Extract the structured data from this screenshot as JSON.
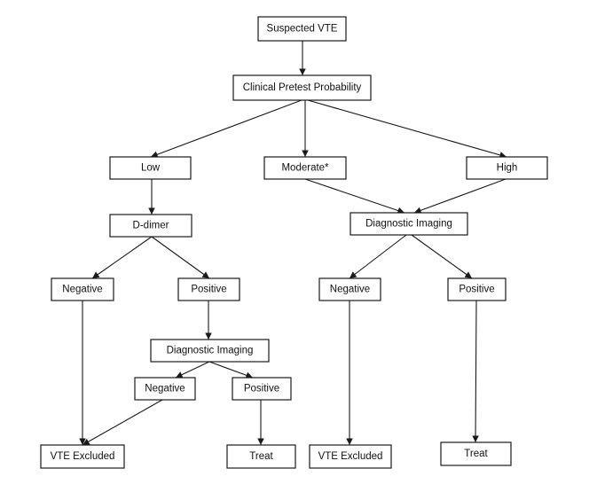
{
  "flowchart": {
    "nodes": {
      "suspected_vte": "Suspected VTE",
      "pretest": "Clinical Pretest Probability",
      "low": "Low",
      "moderate": "Moderate*",
      "high": "High",
      "ddimer": "D-dimer",
      "imaging_right": "Diagnostic Imaging",
      "neg_left": "Negative",
      "pos_left": "Positive",
      "neg_right": "Negative",
      "pos_right": "Positive",
      "imaging_left": "Diagnostic Imaging",
      "neg_inner": "Negative",
      "pos_inner": "Positive",
      "excluded_left": "VTE Excluded",
      "treat_left": "Treat",
      "excluded_right": "VTE Excluded",
      "treat_right": "Treat"
    },
    "edges": [
      [
        "suspected_vte",
        "pretest"
      ],
      [
        "pretest",
        "low"
      ],
      [
        "pretest",
        "moderate"
      ],
      [
        "pretest",
        "high"
      ],
      [
        "low",
        "ddimer"
      ],
      [
        "moderate",
        "imaging_right"
      ],
      [
        "high",
        "imaging_right"
      ],
      [
        "ddimer",
        "neg_left"
      ],
      [
        "ddimer",
        "pos_left"
      ],
      [
        "pos_left",
        "imaging_left"
      ],
      [
        "imaging_left",
        "neg_inner"
      ],
      [
        "imaging_left",
        "pos_inner"
      ],
      [
        "neg_left",
        "excluded_left"
      ],
      [
        "neg_inner",
        "excluded_left"
      ],
      [
        "pos_inner",
        "treat_left"
      ],
      [
        "imaging_right",
        "neg_right"
      ],
      [
        "imaging_right",
        "pos_right"
      ],
      [
        "neg_right",
        "excluded_right"
      ],
      [
        "pos_right",
        "treat_right"
      ]
    ]
  }
}
